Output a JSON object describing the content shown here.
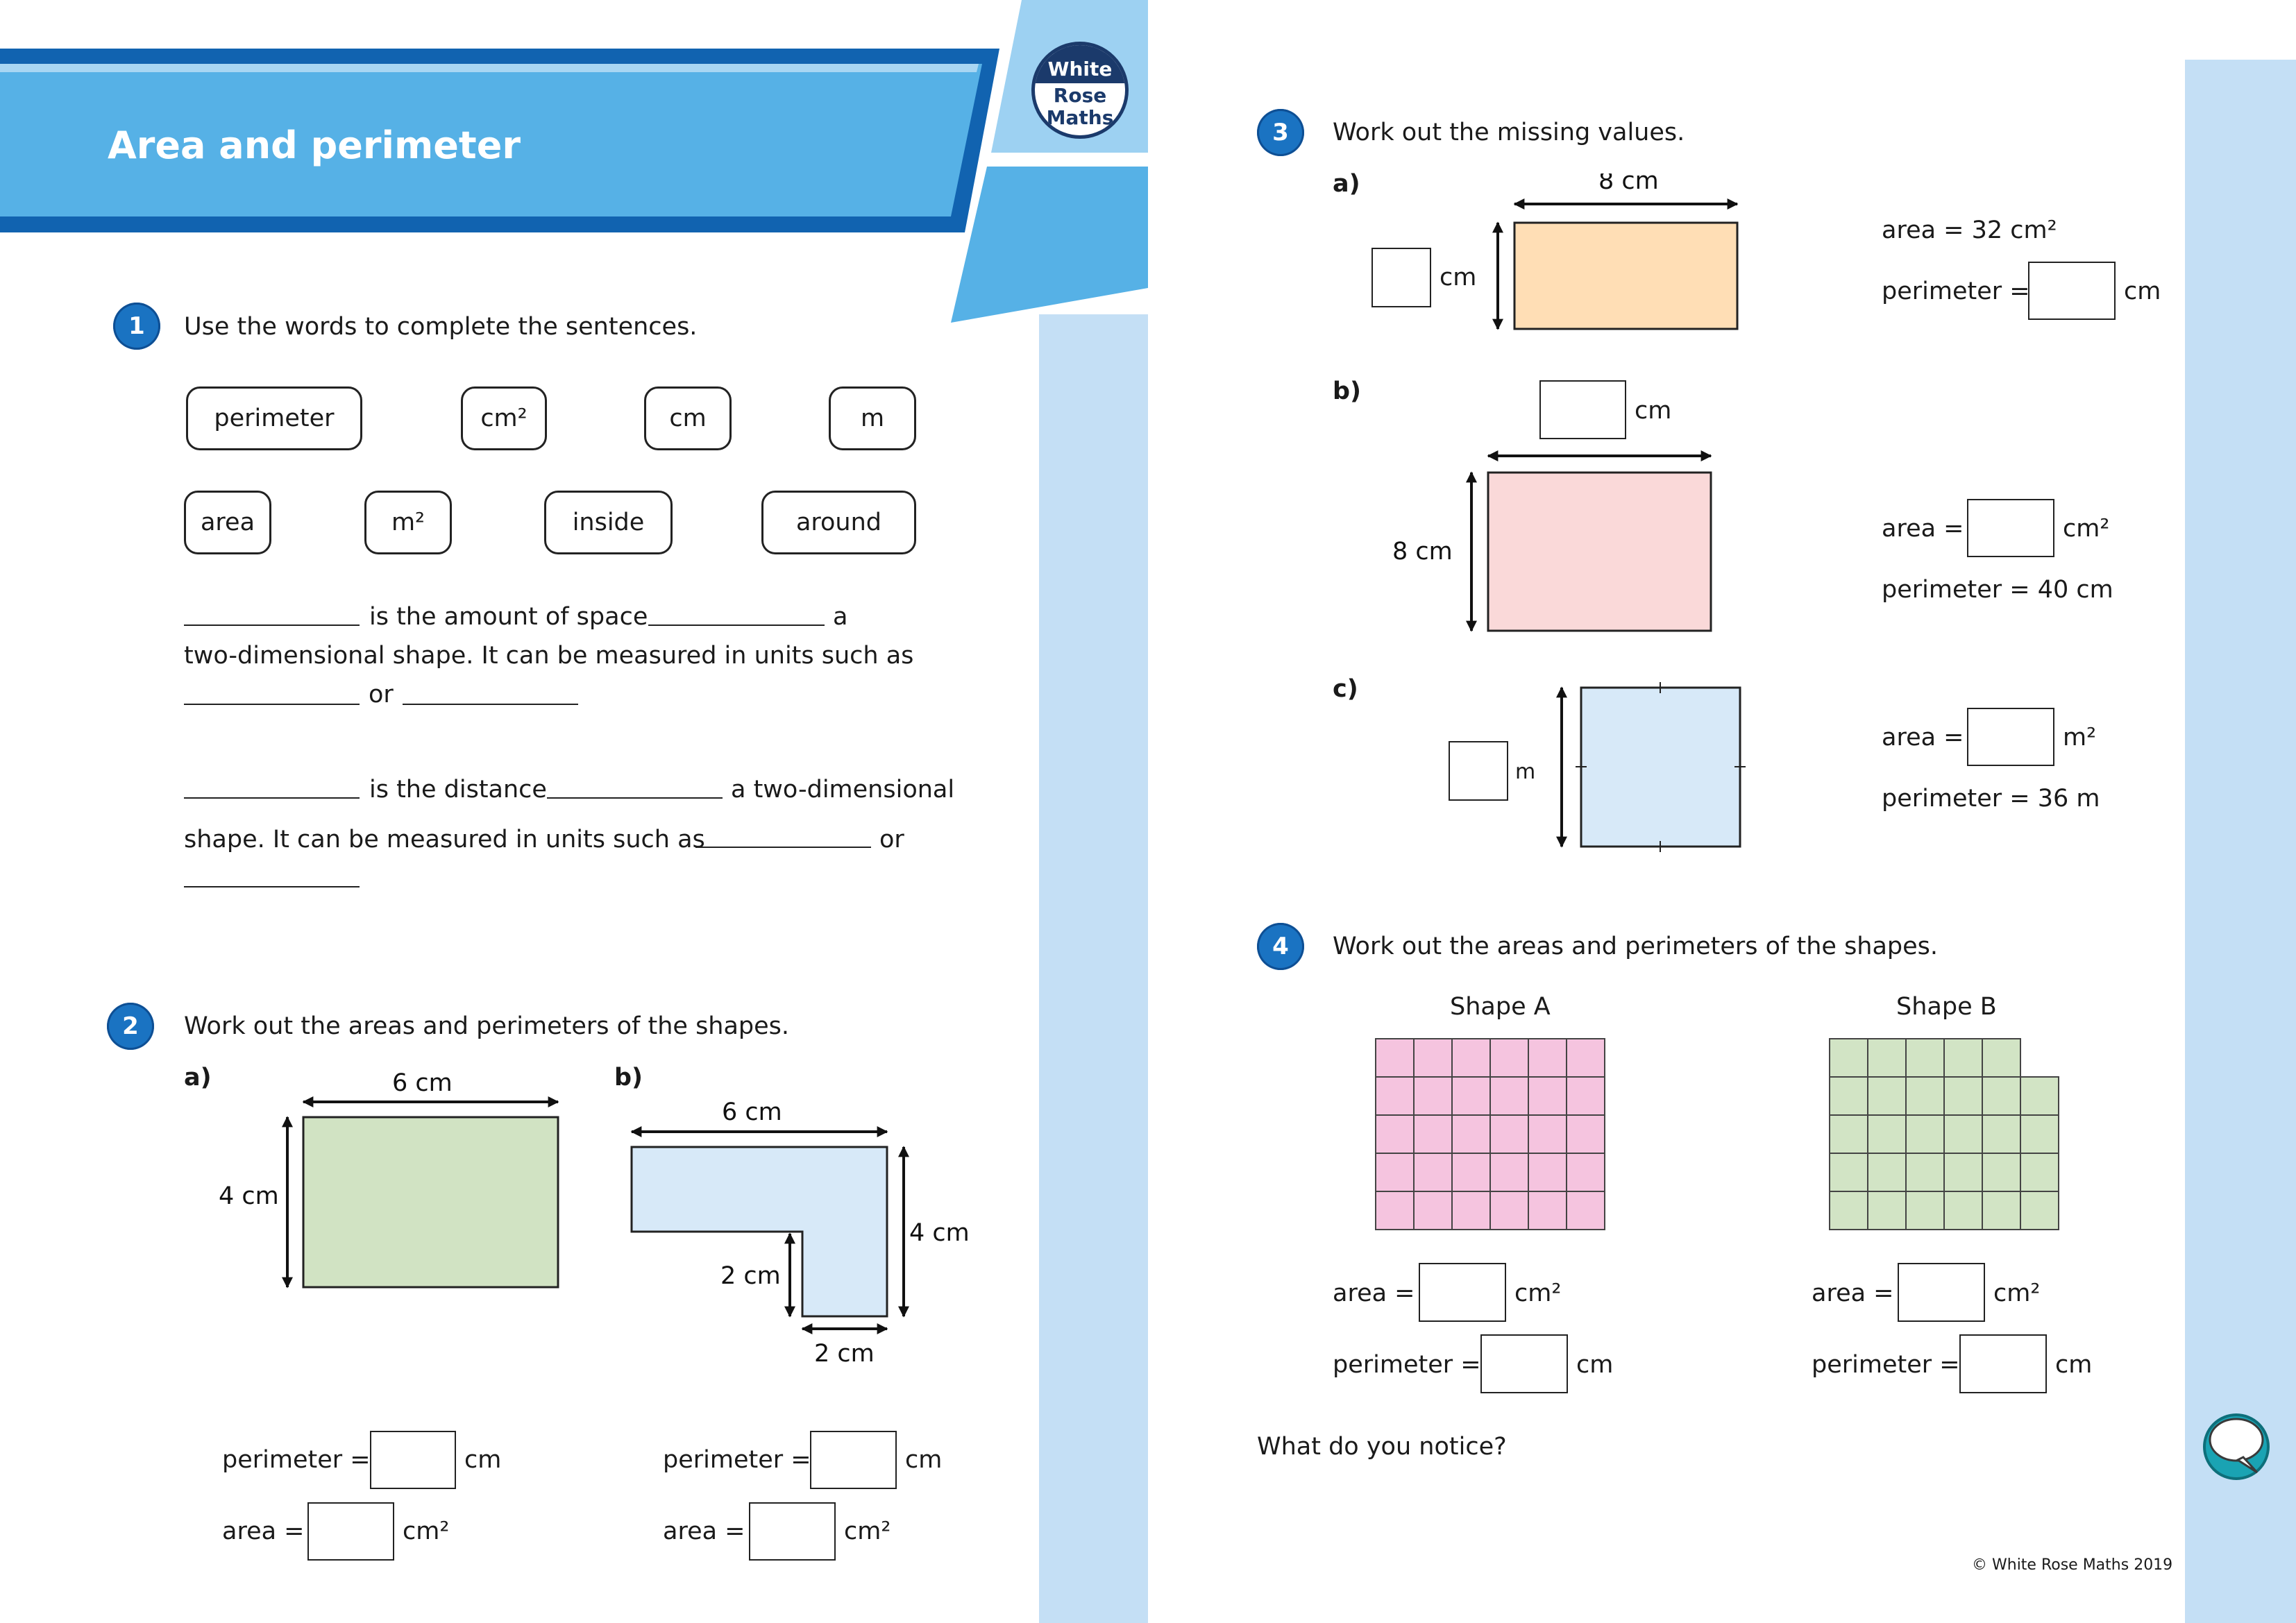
{
  "header": {
    "title": "Area and perimeter",
    "logo": {
      "line1": "White",
      "line2": "Rose",
      "line3": "Maths"
    }
  },
  "q1": {
    "number": "1",
    "prompt": "Use the words to complete the sentences.",
    "words": [
      "perimeter",
      "cm²",
      "cm",
      "m",
      "area",
      "m²",
      "inside",
      "around"
    ],
    "s1a": "is the amount of space",
    "s1b": "a",
    "s1c": "two-dimensional shape. It can be measured in units such as",
    "or": "or",
    "s2a": "is the distance",
    "s2b": "a two-dimensional",
    "s2c": "shape. It can be measured in units such as"
  },
  "q2": {
    "number": "2",
    "prompt": "Work out the areas and perimeters of the shapes.",
    "a": {
      "label": "a)",
      "width": "6 cm",
      "height": "4 cm",
      "perimeter": "perimeter =",
      "area": "area =",
      "cm": "cm",
      "cm2": "cm²"
    },
    "b": {
      "label": "b)",
      "width": "6 cm",
      "height": "4 cm",
      "inner_h": "2 cm",
      "inner_w": "2 cm",
      "perimeter": "perimeter =",
      "area": "area =",
      "cm": "cm",
      "cm2": "cm²"
    }
  },
  "q3": {
    "number": "3",
    "prompt": "Work out the missing values.",
    "a": {
      "label": "a)",
      "width": "8 cm",
      "height_unit": "cm",
      "area": "area = 32 cm²",
      "perimeter": "perimeter =",
      "unit": "cm"
    },
    "b": {
      "label": "b)",
      "width_unit": "cm",
      "height": "8 cm",
      "area": "area =",
      "area_unit": "cm²",
      "perimeter": "perimeter = 40 cm"
    },
    "c": {
      "label": "c)",
      "side_unit": "m",
      "area": "area =",
      "area_unit": "m²",
      "perimeter": "perimeter = 36 m"
    }
  },
  "q4": {
    "number": "4",
    "prompt": "Work out the areas and perimeters of the shapes.",
    "shapeA": {
      "title": "Shape A",
      "area": "area =",
      "cm2": "cm²",
      "perimeter": "perimeter =",
      "cm": "cm"
    },
    "shapeB": {
      "title": "Shape B",
      "area": "area =",
      "cm2": "cm²",
      "perimeter": "perimeter =",
      "cm": "cm"
    },
    "notice": "What do you notice?"
  },
  "footer": {
    "copyright": "© White Rose Maths 2019"
  },
  "colors": {
    "header_blue": "#56b1e6",
    "dark_blue": "#1163b0",
    "side_band": "#c4dff5",
    "green": "#d1e3c3",
    "light_blue": "#d7e9f8",
    "orange": "#ffdeb5",
    "pink": "#fad9d9",
    "grid_pink": "#f5c4df",
    "grid_green": "#d2e4c5"
  }
}
